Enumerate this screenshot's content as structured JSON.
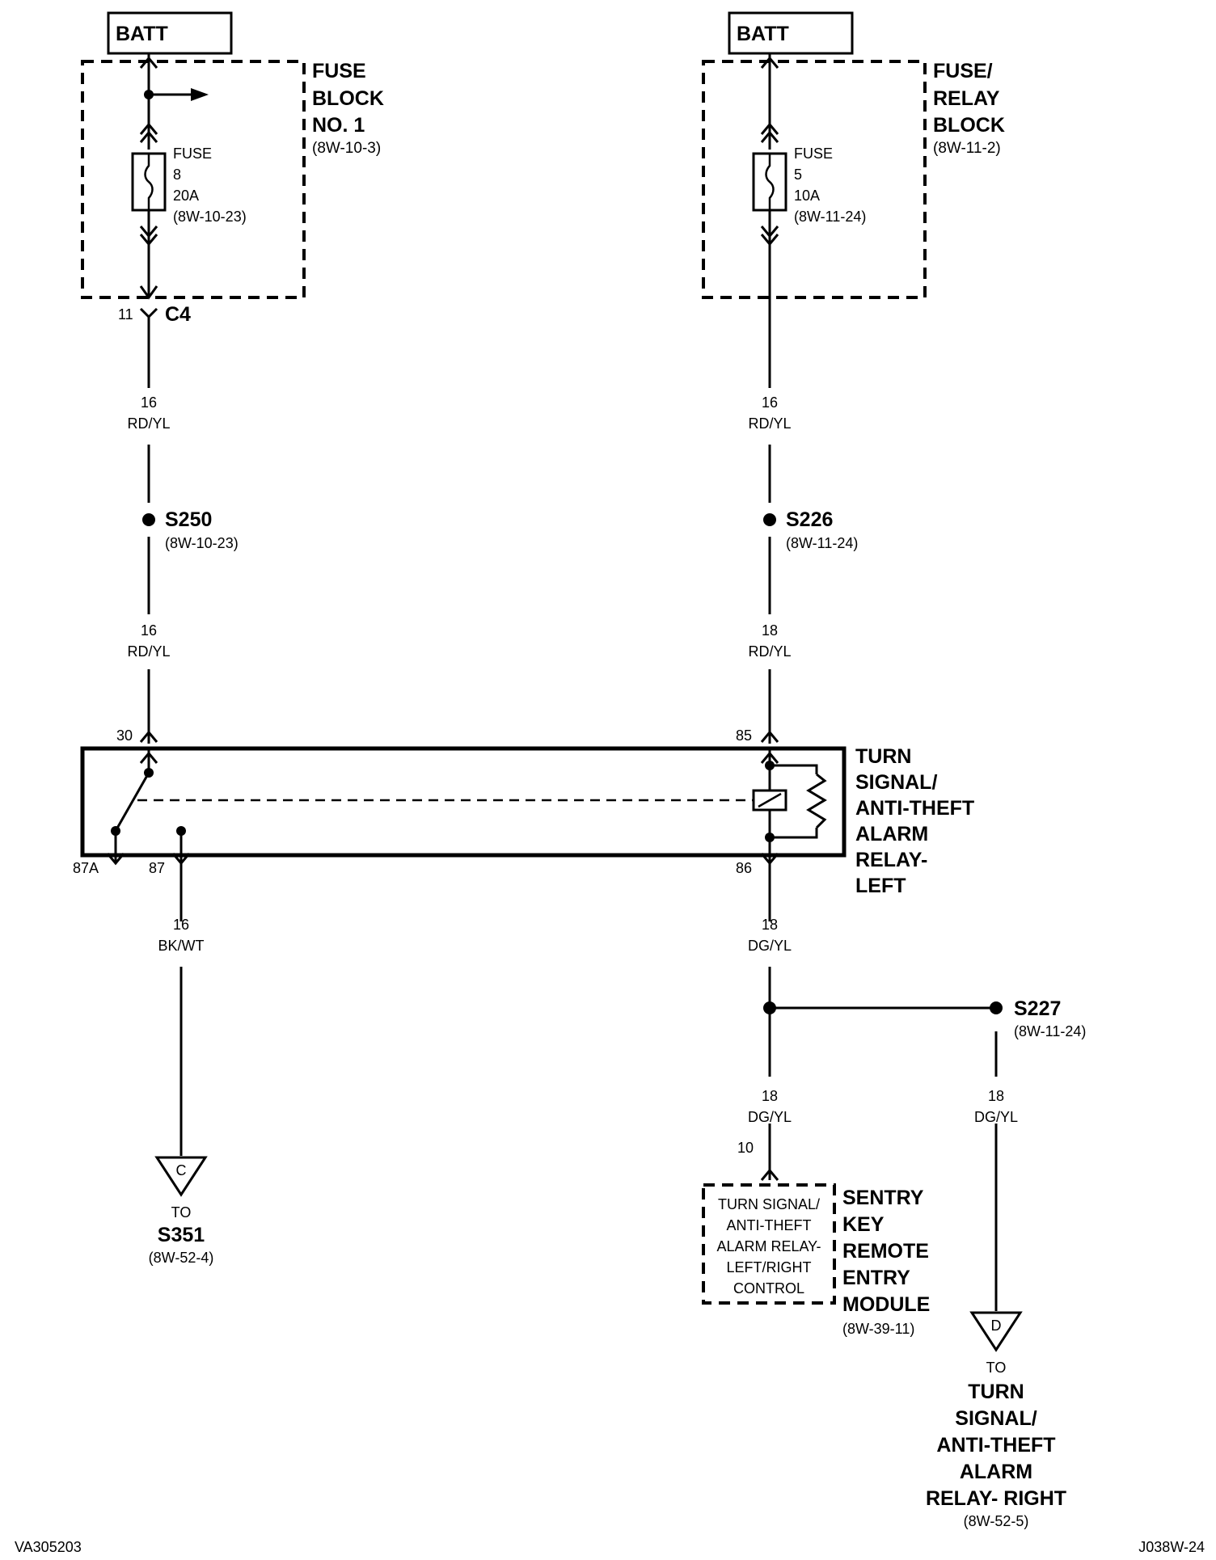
{
  "batt_left": "BATT",
  "batt_right": "BATT",
  "fuse_block_1": {
    "line1": "FUSE",
    "line2": "BLOCK",
    "line3": "NO. 1",
    "ref": "(8W-10-3)"
  },
  "fuse_relay_block": {
    "line1": "FUSE/",
    "line2": "RELAY",
    "line3": "BLOCK",
    "ref": "(8W-11-2)"
  },
  "fuse_8": {
    "l1": "FUSE",
    "l2": "8",
    "l3": "20A",
    "l4": "(8W-10-23)"
  },
  "fuse_5": {
    "l1": "FUSE",
    "l2": "5",
    "l3": "10A",
    "l4": "(8W-11-24)"
  },
  "connector_c4": {
    "pin": "11",
    "name": "C4"
  },
  "wires": {
    "w1": {
      "gauge": "16",
      "color": "RD/YL"
    },
    "w2": {
      "gauge": "16",
      "color": "RD/YL"
    },
    "w3": {
      "gauge": "16",
      "color": "RD/YL"
    },
    "w4": {
      "gauge": "18",
      "color": "RD/YL"
    },
    "w5": {
      "gauge": "16",
      "color": "BK/WT"
    },
    "w6": {
      "gauge": "18",
      "color": "DG/YL"
    },
    "w7": {
      "gauge": "18",
      "color": "DG/YL"
    },
    "w8": {
      "gauge": "18",
      "color": "DG/YL"
    }
  },
  "splices": {
    "s250": {
      "name": "S250",
      "ref": "(8W-10-23)"
    },
    "s226": {
      "name": "S226",
      "ref": "(8W-11-24)"
    },
    "s227": {
      "name": "S227",
      "ref": "(8W-11-24)"
    }
  },
  "relay_pins": {
    "p30": "30",
    "p85": "85",
    "p87a": "87A",
    "p87": "87",
    "p86": "86"
  },
  "relay_label": {
    "l1": "TURN",
    "l2": "SIGNAL/",
    "l3": "ANTI-THEFT",
    "l4": "ALARM",
    "l5": "RELAY-",
    "l6": "LEFT"
  },
  "module": {
    "pin": "10",
    "inner": [
      "TURN SIGNAL/",
      "ANTI-THEFT",
      "ALARM RELAY-",
      "LEFT/RIGHT",
      "CONTROL"
    ],
    "label": [
      "SENTRY",
      "KEY",
      "REMOTE",
      "ENTRY",
      "MODULE"
    ],
    "ref": "(8W-39-11)"
  },
  "connector_c": {
    "letter": "C",
    "to": "TO",
    "dest": "S351",
    "ref": "(8W-52-4)"
  },
  "connector_d": {
    "letter": "D",
    "to": "TO",
    "dest": [
      "TURN",
      "SIGNAL/",
      "ANTI-THEFT",
      "ALARM",
      "RELAY- RIGHT"
    ],
    "ref": "(8W-52-5)"
  },
  "footer_left": "VA305203",
  "footer_right": "J038W-24"
}
